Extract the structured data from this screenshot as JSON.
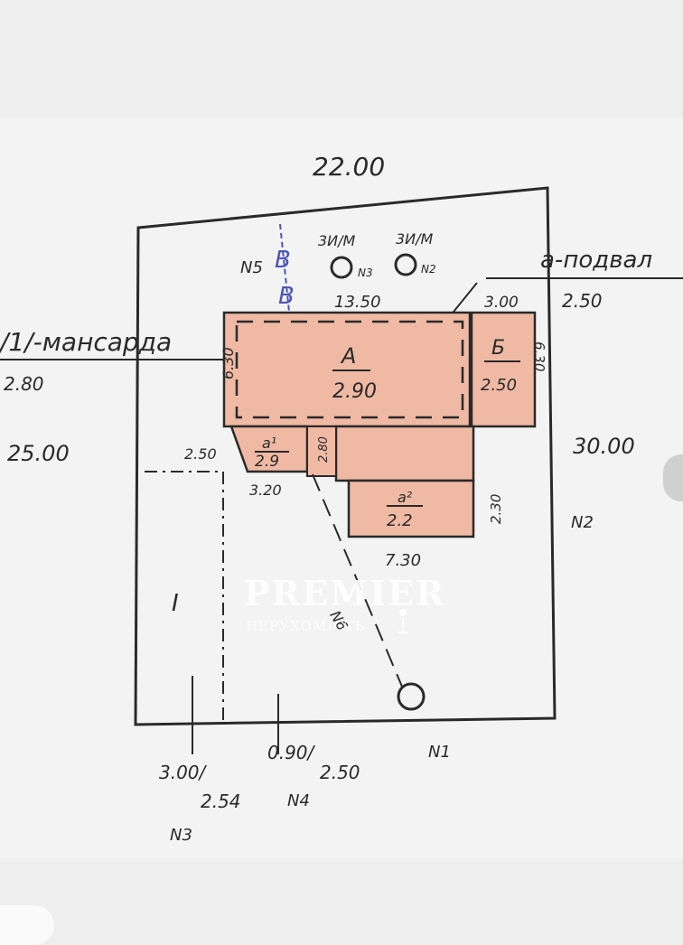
{
  "plan": {
    "colors": {
      "paper": "#eeeeee",
      "ink": "#2a2a2a",
      "building_fill": "#efb9a4",
      "blue_ink": "#4a55b8",
      "watermark": "#ffffff"
    },
    "dimensions": {
      "top": "22.00",
      "left": "25.00",
      "right": "30.00",
      "bottom_a": "3.00/",
      "bottom_a2": "2.54",
      "bottom_b": "0.90/",
      "bottom_b2": "2.50"
    },
    "labels": {
      "mansarda": "/1/-мансарда",
      "mansarda_height": "2.80",
      "podval": "а-подвал",
      "podval_height": "2.50",
      "n1": "N1",
      "n2": "N2",
      "n3": "N3",
      "n4": "N4",
      "n5": "N5",
      "n6": "N6",
      "zm1": "3И/М",
      "zm2": "3И/М",
      "nz": "N3",
      "nz2": "N2",
      "bv": "В"
    },
    "building": {
      "a_label": "А",
      "a_height": "2.90",
      "a_width": "13.50",
      "a_depth": "6.30",
      "b_label": "Б",
      "b_height": "2.50",
      "b_width": "3.00",
      "b_side": "6.30",
      "a1_label": "а¹",
      "a1_height": "2.9",
      "a1_left": "2.50",
      "a1_bottom": "3.20",
      "a1_side": "2.80",
      "a2_label": "а²",
      "a2_height": "2.2",
      "a2_width": "7.30",
      "a2_side": "2.30"
    },
    "area_i_label": "I",
    "watermark": {
      "brand": "PREMIER",
      "sub": "НЕРУХОМІСТЬ"
    }
  }
}
